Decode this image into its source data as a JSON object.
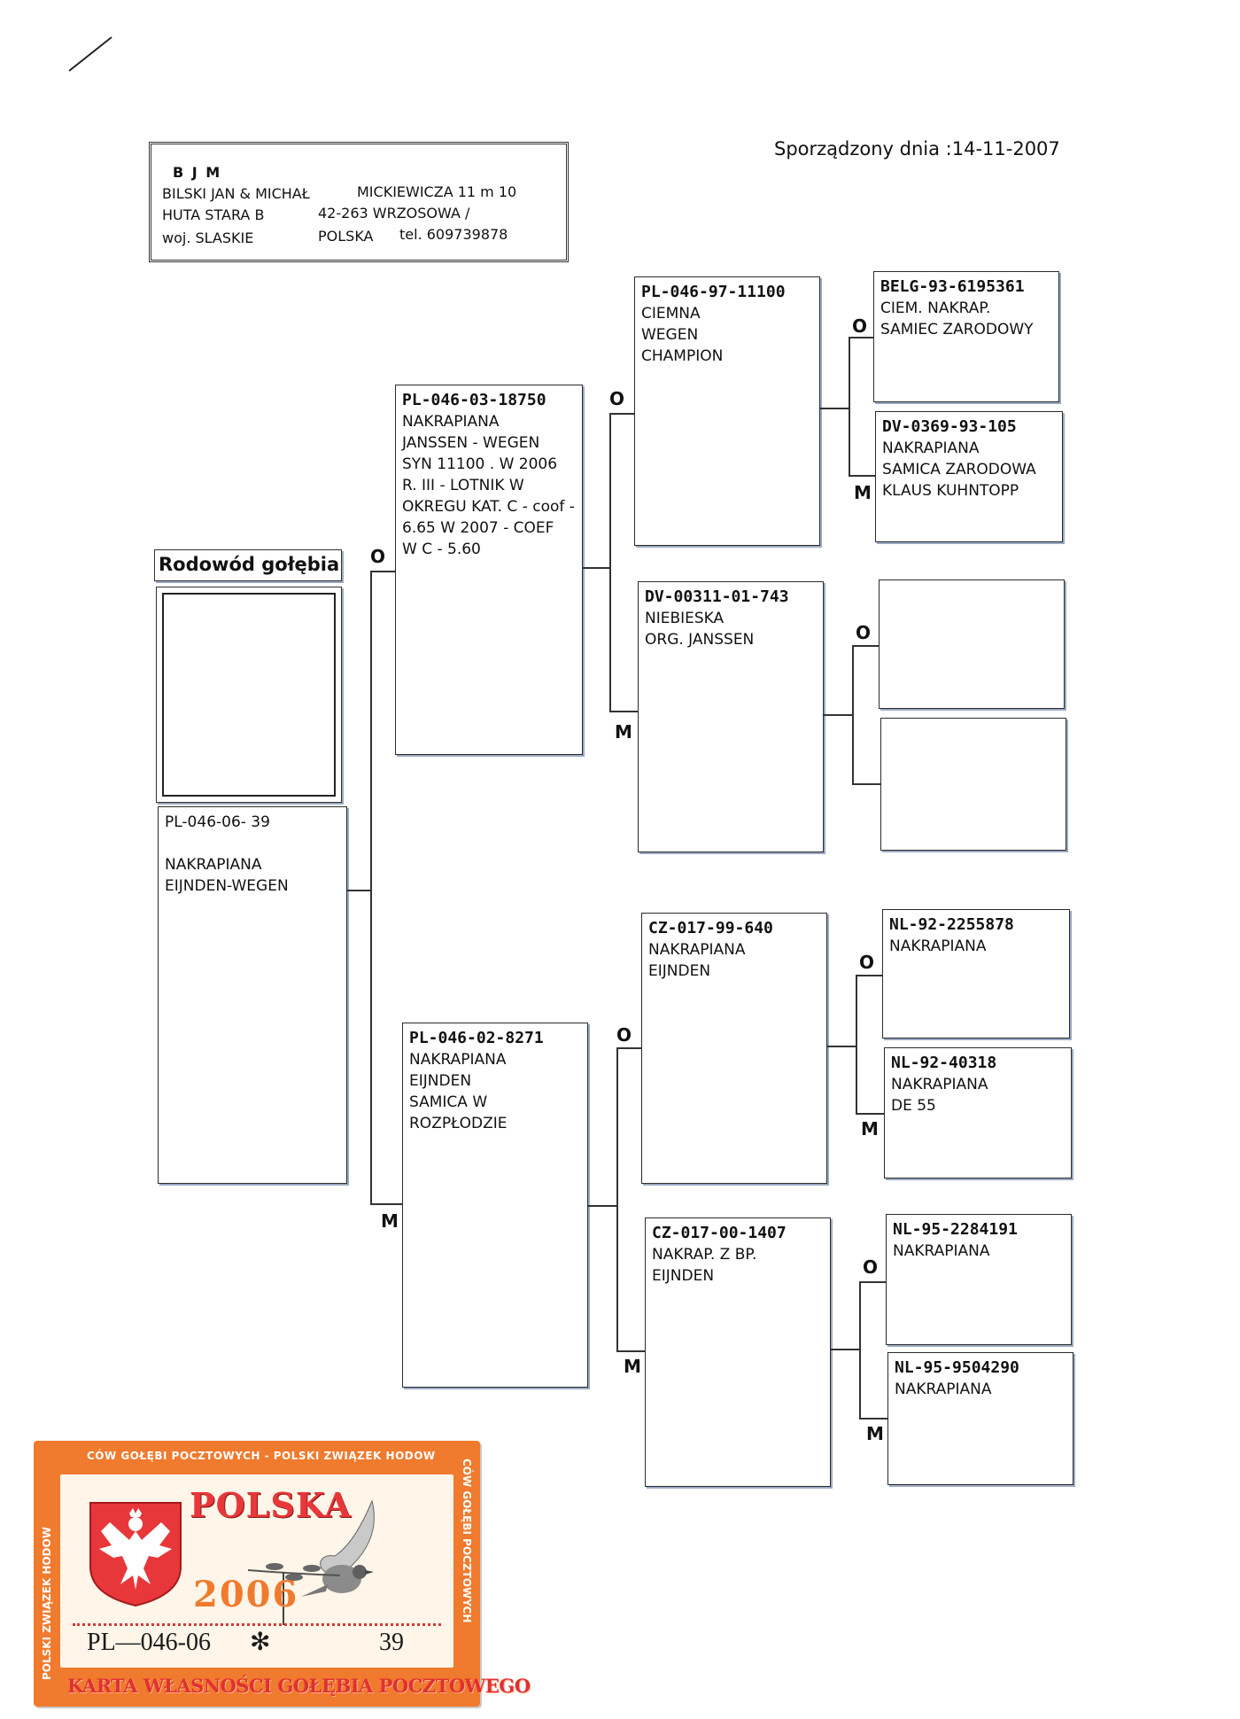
{
  "header_box": {
    "code": "B J M",
    "owners": "BILSKI JAN & MICHAŁ",
    "street": "MICKIEWICZA  11 m 10",
    "village": "HUTA STARA  B",
    "postal": "42-263  WRZOSOWA /",
    "region": "woj. SLASKIE",
    "country": "POLSKA",
    "phone": "tel. 609739878"
  },
  "date_line": "Sporządzony dnia :14-11-2007",
  "title": "Rodowód gołębia",
  "subject": {
    "ring": "PL-046-06-  39",
    "lines": [
      "NAKRAPIANA",
      "EIJNDEN-WEGEN"
    ]
  },
  "parent_labels": {
    "father": "O",
    "mother": "M"
  },
  "father": {
    "ring": "PL-046-03-18750",
    "lines": [
      "NAKRAPIANA",
      "JANSSEN - WEGEN",
      " SYN 11100 .  W 2006",
      "R. III - LOTNIK W",
      "OKREGU KAT. C - coof -",
      "6.65  W 2007 - COEF",
      " W  C - 5.60"
    ]
  },
  "mother": {
    "ring": "PL-046-02-8271",
    "lines": [
      "NAKRAPIANA",
      "EIJNDEN",
      " SAMICA W",
      "ROZPŁODZIE"
    ]
  },
  "ff": {
    "ring": "PL-046-97-11100",
    "lines": [
      "CIEMNA",
      "WEGEN",
      "CHAMPION"
    ]
  },
  "fm": {
    "ring": "DV-00311-01-743",
    "lines": [
      "NIEBIESKA",
      "ORG. JANSSEN"
    ]
  },
  "mf": {
    "ring": "CZ-017-99-640",
    "lines": [
      "NAKRAPIANA",
      "EIJNDEN"
    ]
  },
  "mm": {
    "ring": "CZ-017-00-1407",
    "lines": [
      "NAKRAP. Z BP.",
      "EIJNDEN"
    ]
  },
  "fff": {
    "ring": "BELG-93-6195361",
    "lines": [
      "CIEM. NAKRAP.",
      "SAMIEC ZARODOWY"
    ]
  },
  "ffm": {
    "ring": "DV-0369-93-105",
    "lines": [
      "NAKRAPIANA",
      "SAMICA ZARODOWA",
      " KLAUS  KUHNTOPP"
    ]
  },
  "mff": {
    "ring": "NL-92-2255878",
    "lines": [
      "NAKRAPIANA"
    ]
  },
  "mfm": {
    "ring": "NL-92-40318",
    "lines": [
      "NAKRAPIANA",
      "DE 55"
    ]
  },
  "mmf": {
    "ring": "NL-95-2284191",
    "lines": [
      "NAKRAPIANA"
    ]
  },
  "mmm": {
    "ring": "NL-95-9504290",
    "lines": [
      "NAKRAPIANA"
    ]
  },
  "card": {
    "top_arc": "CÓW GOŁĘBI POCZTOWYCH -  POLSKI ZWIĄZEK HODOW",
    "left_arc": "POLSKI  ZWIĄZEK HODOW",
    "right_arc": "CÓW GOŁĘBI POCZTOWYCH",
    "country": "POLSKA",
    "year": "2006",
    "ring_prefix": "PL—046-06",
    "ring_seq": "39",
    "bottom_title": "KARTA WŁASNOŚCI GOŁĘBIA POCZTOWEGO",
    "colors": {
      "card": "#f07a2d",
      "emblem_red": "#e8373a"
    }
  }
}
